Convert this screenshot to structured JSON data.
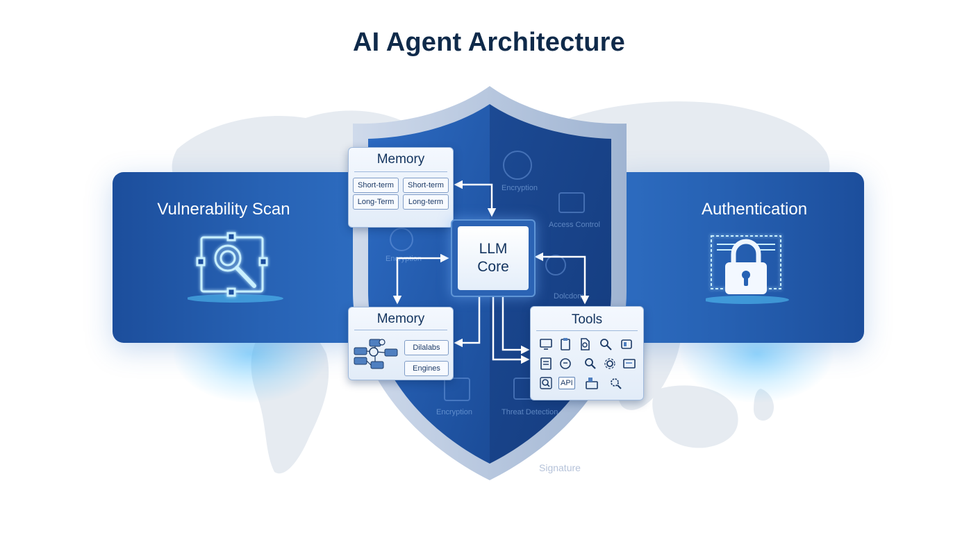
{
  "title": "AI Agent Architecture",
  "left_panel": {
    "title": "Vulnerability Scan",
    "icon": "magnifier-scan-icon"
  },
  "right_panel": {
    "title": "Authentication",
    "icon": "padlock-icon"
  },
  "shield_background_labels": [
    "Encryption",
    "Access Control",
    "Encryption",
    "Dolcdom",
    "Encryption",
    "Threat Detection",
    "Signature"
  ],
  "memory_top": {
    "title": "Memory",
    "items": [
      "Short-term",
      "Short-term",
      "Long-Term",
      "Long-term"
    ]
  },
  "llm_core": {
    "line1": "LLM",
    "line2": "Core"
  },
  "memory_bottom": {
    "title": "Memory",
    "items": [
      "Dilalabs",
      "Engines"
    ],
    "icon": "database-network-icon"
  },
  "tools": {
    "title": "Tools",
    "api_label": "API",
    "icons": [
      "monitor-icon",
      "clipboard-icon",
      "document-icon",
      "magnifier-icon",
      "switch-icon",
      "report-icon",
      "chat-icon",
      "search-icon",
      "gear-icon",
      "terminal-icon",
      "query-icon",
      "api-icon",
      "network-icon",
      "settings-search-icon"
    ]
  },
  "colors": {
    "brand_blue": "#2762b4",
    "dark_navy": "#0f2a4a",
    "glow_cyan": "#46beff"
  }
}
